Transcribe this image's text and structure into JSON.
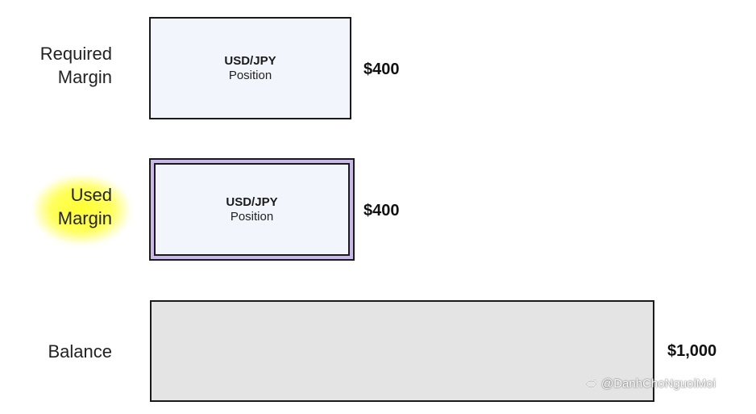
{
  "rows": {
    "required": {
      "label_line1": "Required",
      "label_line2": "Margin",
      "box_title": "USD/JPY",
      "box_subtitle": "Position",
      "amount": "$400"
    },
    "used": {
      "label_line1": "Used",
      "label_line2": "Margin",
      "box_title": "USD/JPY",
      "box_subtitle": "Position",
      "amount": "$400"
    },
    "balance": {
      "label": "Balance",
      "amount": "$1,000"
    }
  },
  "watermark": {
    "icon": "weibo-icon",
    "text": "@DanhChoNguoiMoi"
  },
  "colors": {
    "position_box_fill": "#f2f6fc",
    "used_margin_frame": "#c9b8ea",
    "balance_box_fill": "#e4e4e4",
    "highlight": "#ffff28"
  }
}
